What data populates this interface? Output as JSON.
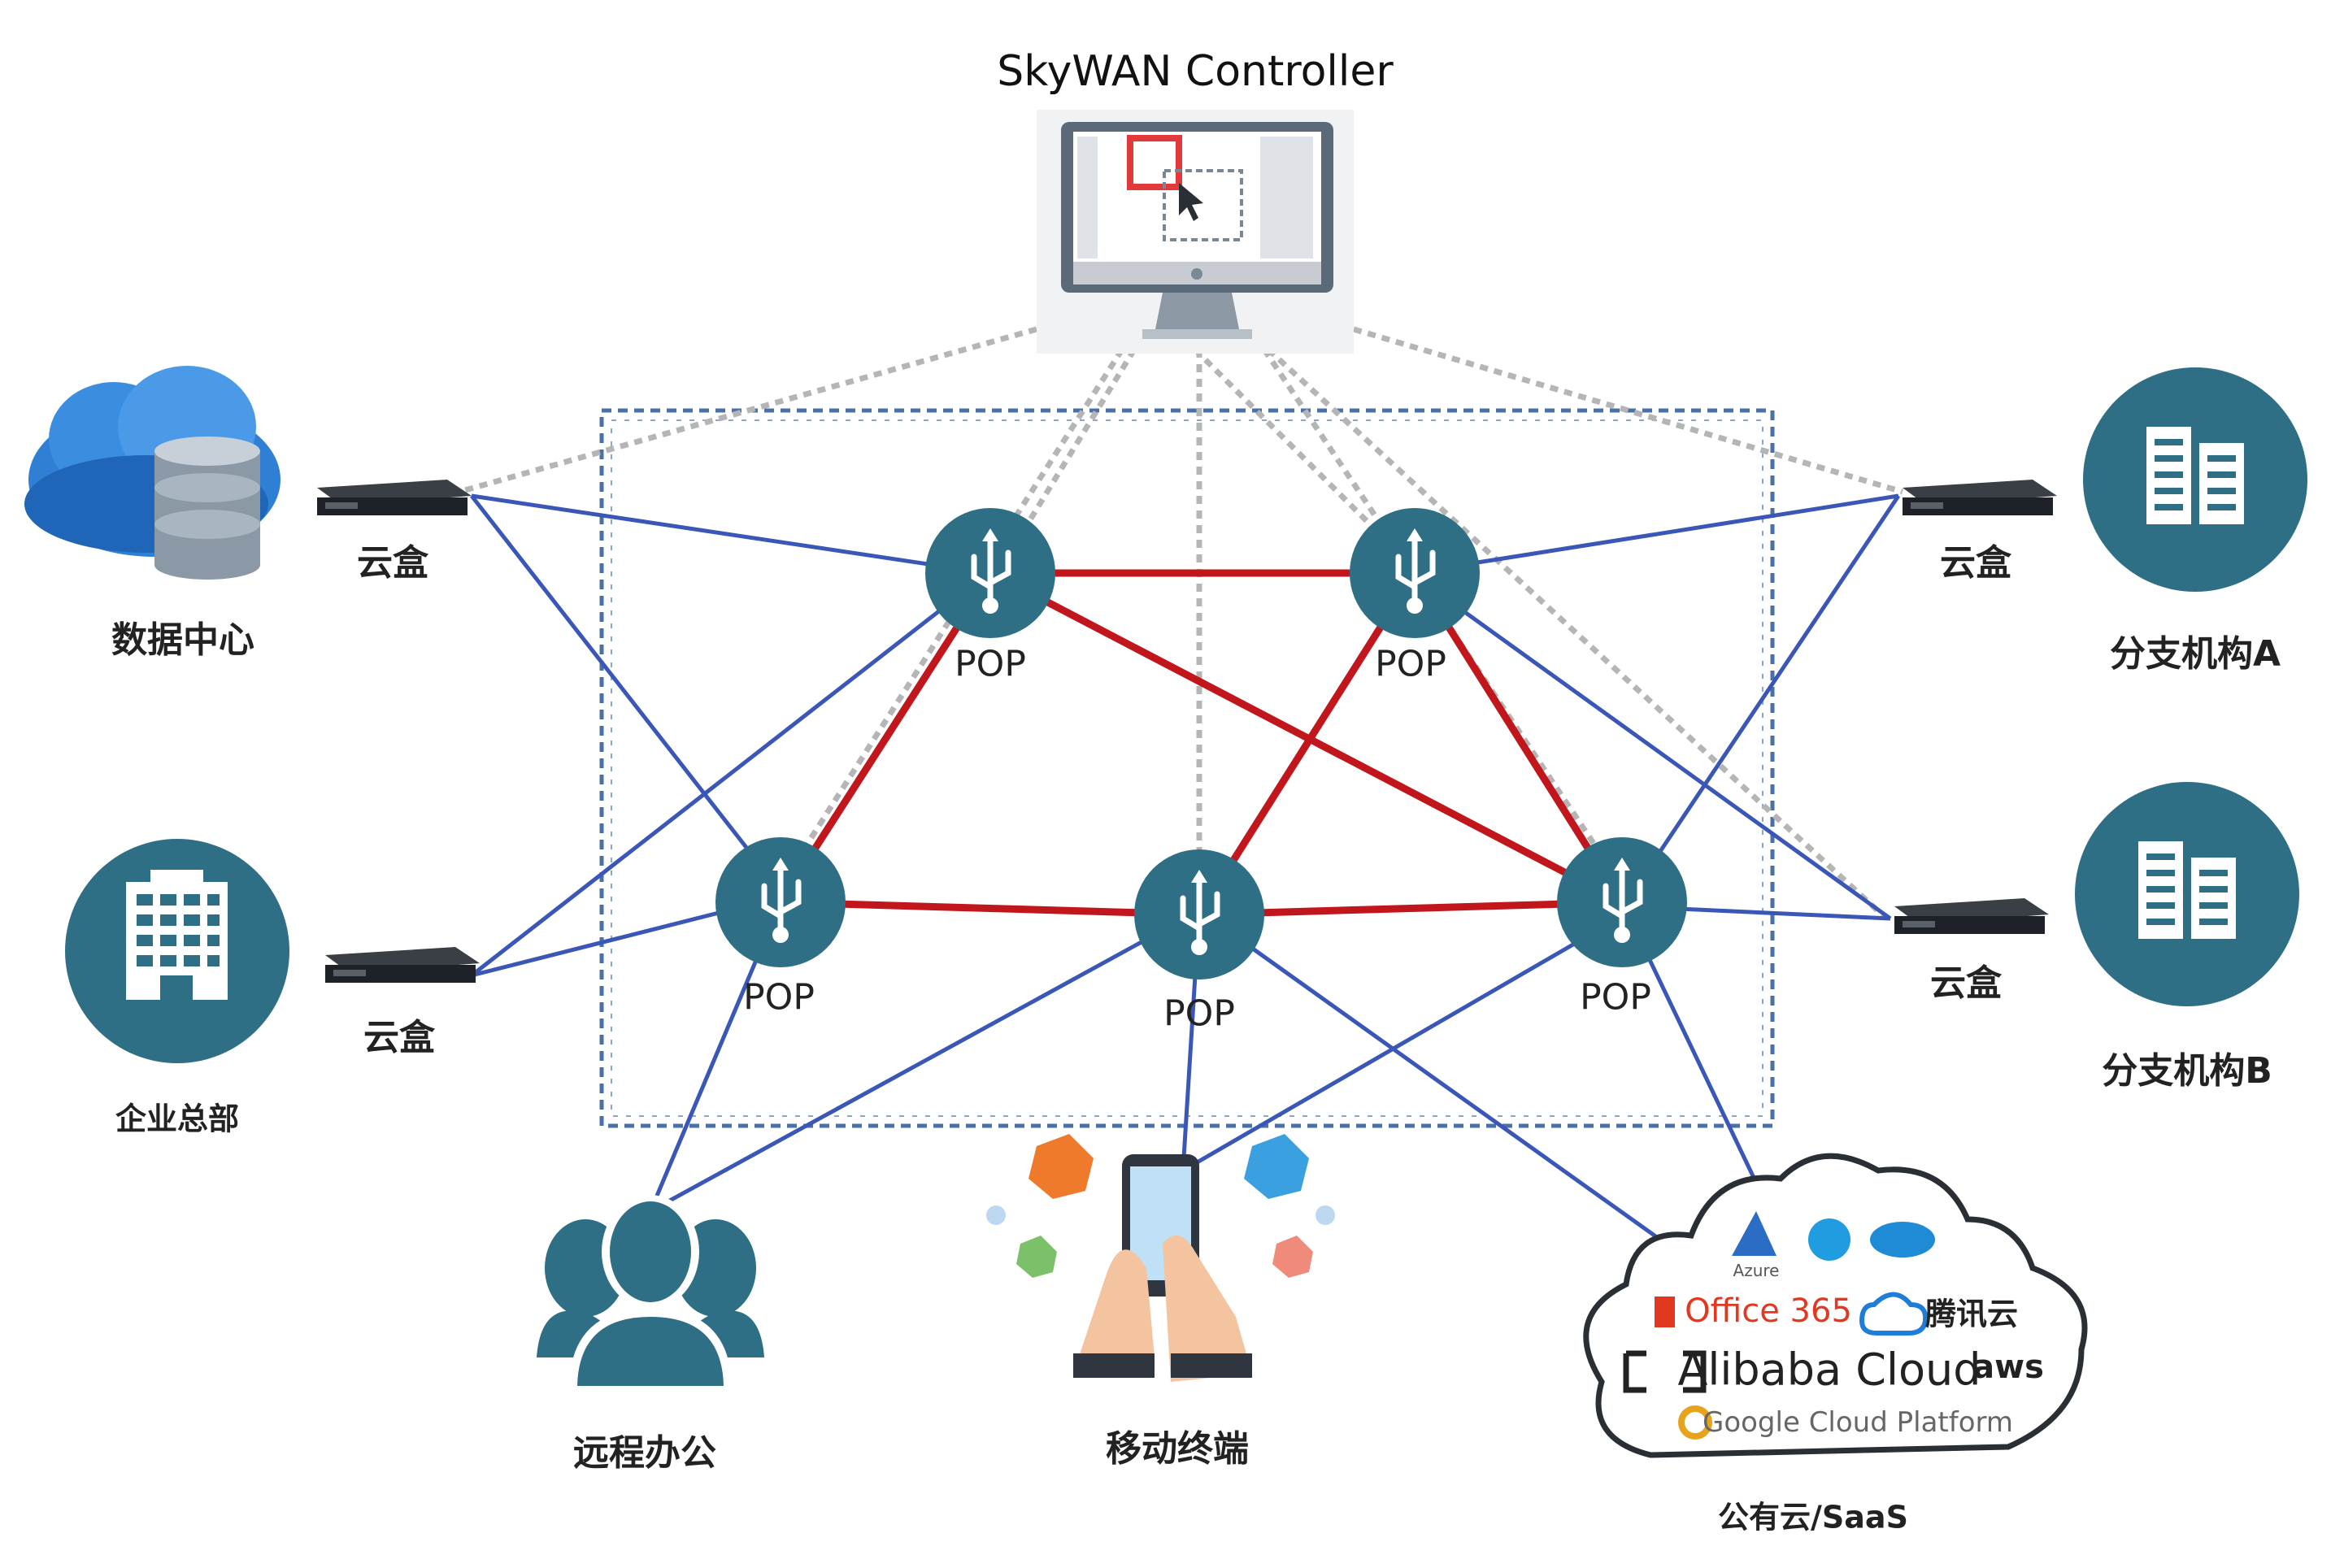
{
  "controller": {
    "title": "SkyWAN Controller"
  },
  "colors": {
    "node_fill": "#2e6f86",
    "backbone_link": "#c0161c",
    "access_link": "#3a57b8",
    "controller_link": "#b5b5b5",
    "frame": "#4a70a8"
  },
  "pops": [
    {
      "label": "POP"
    },
    {
      "label": "POP"
    },
    {
      "label": "POP"
    },
    {
      "label": "POP"
    },
    {
      "label": "POP"
    }
  ],
  "cloud_boxes": [
    {
      "label": "云盒"
    },
    {
      "label": "云盒"
    },
    {
      "label": "云盒"
    },
    {
      "label": "云盒"
    }
  ],
  "sites": {
    "datacenter": "数据中心",
    "hq": "企业总部",
    "branch_a": "分支机构A",
    "branch_b": "分支机构B",
    "remote": "远程办公",
    "mobile": "移动终端",
    "public_cloud": "公有云/SaaS"
  },
  "cloud_brands": {
    "azure": "Azure",
    "office": "Office 365",
    "tencent": "腾讯云",
    "alibaba": "Alibaba Cloud",
    "aws": "aws",
    "google": "Google Cloud Platform"
  },
  "icons": [
    "monitor-icon",
    "usb-router-icon",
    "server-box-icon",
    "database-cloud-icon",
    "office-building-icon",
    "branch-building-icon",
    "people-group-icon",
    "mobile-phone-hand-icon",
    "saas-cloud-icon"
  ]
}
